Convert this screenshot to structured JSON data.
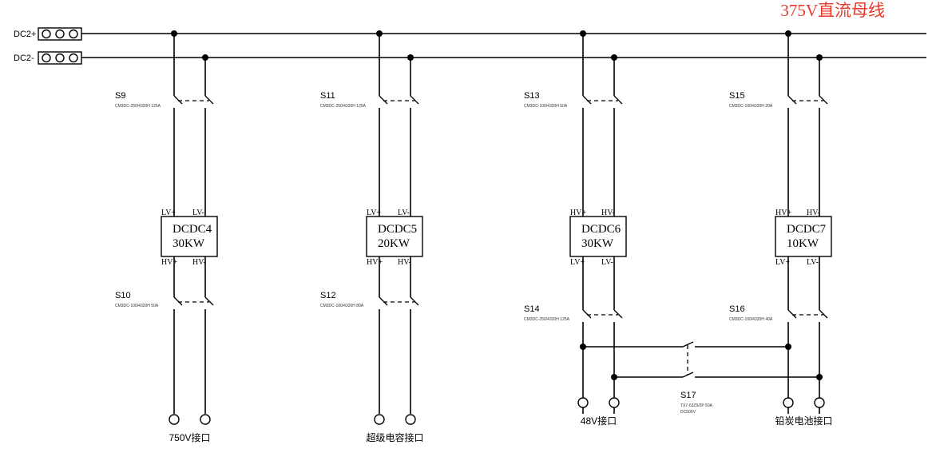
{
  "title": {
    "text": "375V直流母线",
    "color": "#e8392b"
  },
  "bus": {
    "pos_label": "DC2+",
    "neg_label": "DC2-"
  },
  "branches": [
    {
      "top_switch": {
        "name": "S9",
        "model": "CM3DC-250/4320H 125A"
      },
      "converter": {
        "name": "DCDC4",
        "power": "30KW",
        "top_pins": [
          "LV+",
          "LV-"
        ],
        "bottom_pins": [
          "HV+",
          "HV-"
        ]
      },
      "bottom_switch": {
        "name": "S10",
        "model": "CM3DC-100/4320H 50A"
      },
      "port_label": "750V接口"
    },
    {
      "top_switch": {
        "name": "S11",
        "model": "CM3DC-250/4320H 125A"
      },
      "converter": {
        "name": "DCDC5",
        "power": "20KW",
        "top_pins": [
          "LV+",
          "LV-"
        ],
        "bottom_pins": [
          "HV+",
          "HV-"
        ]
      },
      "bottom_switch": {
        "name": "S12",
        "model": "CM3DC-100/4320H 80A"
      },
      "port_label": "超级电容接口"
    },
    {
      "top_switch": {
        "name": "S13",
        "model": "CM3DC-100/4320H 50A"
      },
      "converter": {
        "name": "DCDC6",
        "power": "30KW",
        "top_pins": [
          "HV+",
          "HV-"
        ],
        "bottom_pins": [
          "LV+",
          "LV-"
        ]
      },
      "bottom_switch": {
        "name": "S14",
        "model": "CM3DC-250/4320H 125A"
      },
      "port_label": "48V接口"
    },
    {
      "top_switch": {
        "name": "S15",
        "model": "CM3DC-100/4320H 20A"
      },
      "converter": {
        "name": "DCDC7",
        "power": "10KW",
        "top_pins": [
          "HV+",
          "HV-"
        ],
        "bottom_pins": [
          "LV+",
          "LV-"
        ]
      },
      "bottom_switch": {
        "name": "S16",
        "model": "CM3DC-100/4320H 40A"
      },
      "port_label": "铅炭电池接口"
    }
  ],
  "tie_switch": {
    "name": "S17",
    "model_line1": "TX7-63Z5/2P 50A",
    "model_line2": "DC500V"
  }
}
